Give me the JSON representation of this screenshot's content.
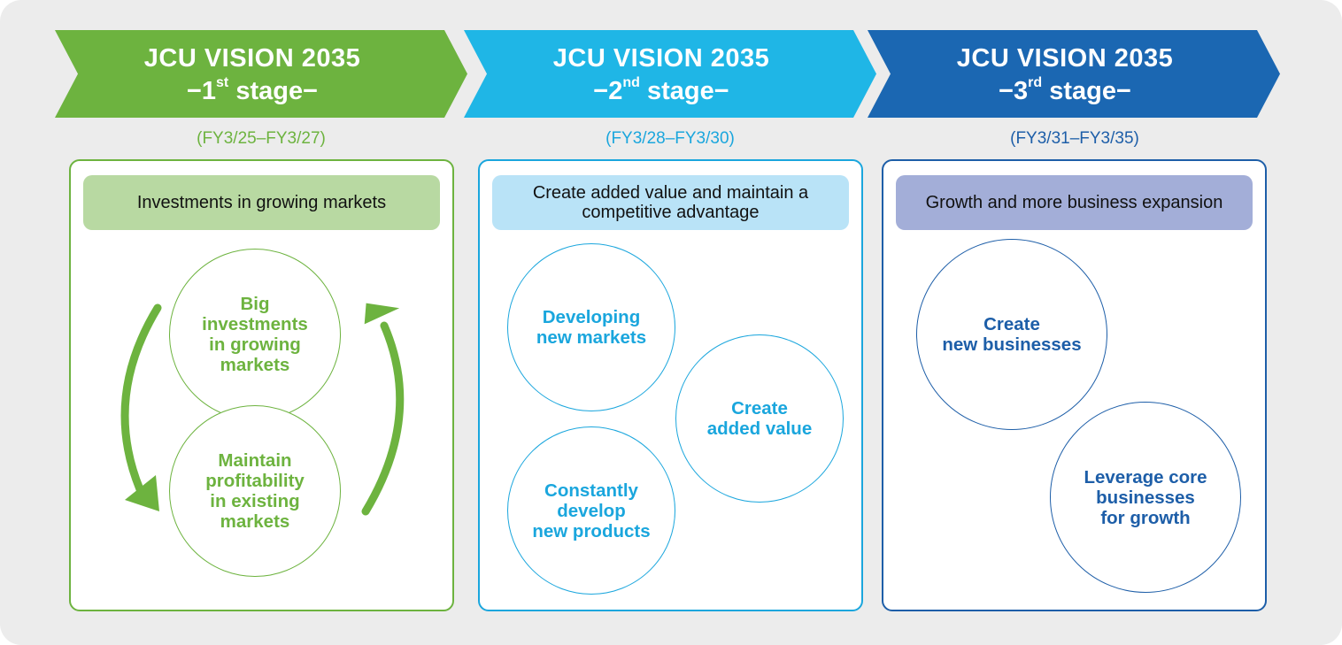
{
  "stages": [
    {
      "title": "JCU VISION 2035",
      "dash_left": "−",
      "num": "1",
      "suffix": "st",
      "word": " stage",
      "dash_right": "−",
      "period": "(FY3/25–FY3/27)",
      "header": "Investments in growing markets",
      "circles": [
        "Big\ninvestments\nin growing\nmarkets",
        "Maintain\nprofitability\nin existing\nmarkets"
      ],
      "colors": {
        "chevron": "#6db33f",
        "header_bg": "#b8d9a2",
        "text": "#6db33f"
      }
    },
    {
      "title": "JCU VISION 2035",
      "dash_left": "−",
      "num": "2",
      "suffix": "nd",
      "word": " stage",
      "dash_right": "−",
      "period": "(FY3/28–FY3/30)",
      "header": "Create added value and maintain\na competitive advantage",
      "circles": [
        "Developing\nnew markets",
        "Create\nadded value",
        "Constantly\ndevelop\nnew products"
      ],
      "colors": {
        "chevron": "#1fb6e6",
        "header_bg": "#b9e3f7",
        "text": "#1aa6dd"
      }
    },
    {
      "title": "JCU VISION 2035",
      "dash_left": "−",
      "num": "3",
      "suffix": "rd",
      "word": " stage",
      "dash_right": "−",
      "period": "(FY3/31–FY3/35)",
      "header": "Growth and more business expansion",
      "circles": [
        "Create\nnew businesses",
        "Leverage core\nbusinesses\nfor growth"
      ],
      "colors": {
        "chevron": "#1b67b2",
        "header_bg": "#a3aed8",
        "text": "#1d5ea8"
      }
    }
  ]
}
